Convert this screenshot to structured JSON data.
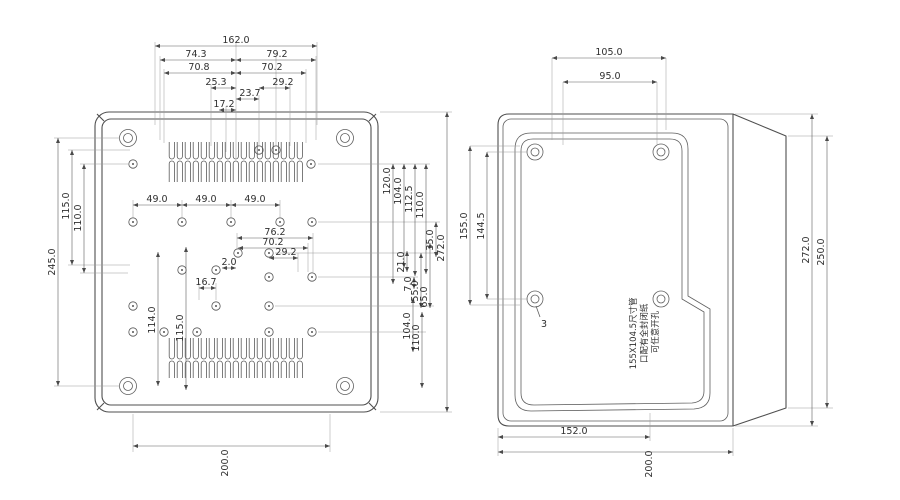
{
  "drawing": {
    "front_view": {
      "top_dims": [
        "162.0",
        "74.3",
        "79.2",
        "70.8",
        "70.2",
        "25.3",
        "29.2",
        "23.7",
        "17.2"
      ],
      "left_dims": [
        "245.0",
        "115.0",
        "110.0"
      ],
      "inner_dims": [
        "49.0",
        "49.0",
        "49.0",
        "76.2",
        "70.2",
        "29.2",
        "2.0",
        "16.7",
        "114.0",
        "115.0"
      ],
      "right_dims": [
        "120.0",
        "104.0",
        "112.5",
        "110.0",
        "272.0",
        "35.0",
        "21.0",
        "7.0",
        "55.0",
        "65.0",
        "104.0",
        "110.0"
      ],
      "bottom_dims": [
        "200.0"
      ]
    },
    "side_view": {
      "top_dims": [
        "105.0",
        "95.0"
      ],
      "left_dims": [
        "144.5",
        "155.0"
      ],
      "right_dims": [
        "272.0",
        "250.0"
      ],
      "bottom_dims": [
        "152.0",
        "200.0"
      ],
      "callout": "3",
      "note_lines": [
        "155X104.5尺寸管",
        "口配有全封闭纸",
        "可任意开孔"
      ]
    }
  }
}
